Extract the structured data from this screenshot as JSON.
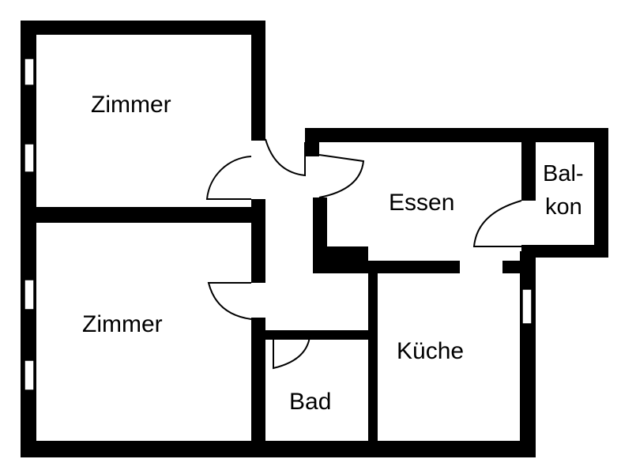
{
  "rooms": {
    "zimmer_top": "Zimmer",
    "zimmer_bottom": "Zimmer",
    "essen": "Essen",
    "balkon_line1": "Bal-",
    "balkon_line2": "kon",
    "kueche": "Küche",
    "bad": "Bad"
  },
  "colors": {
    "wall": "#000000",
    "background": "#ffffff"
  }
}
